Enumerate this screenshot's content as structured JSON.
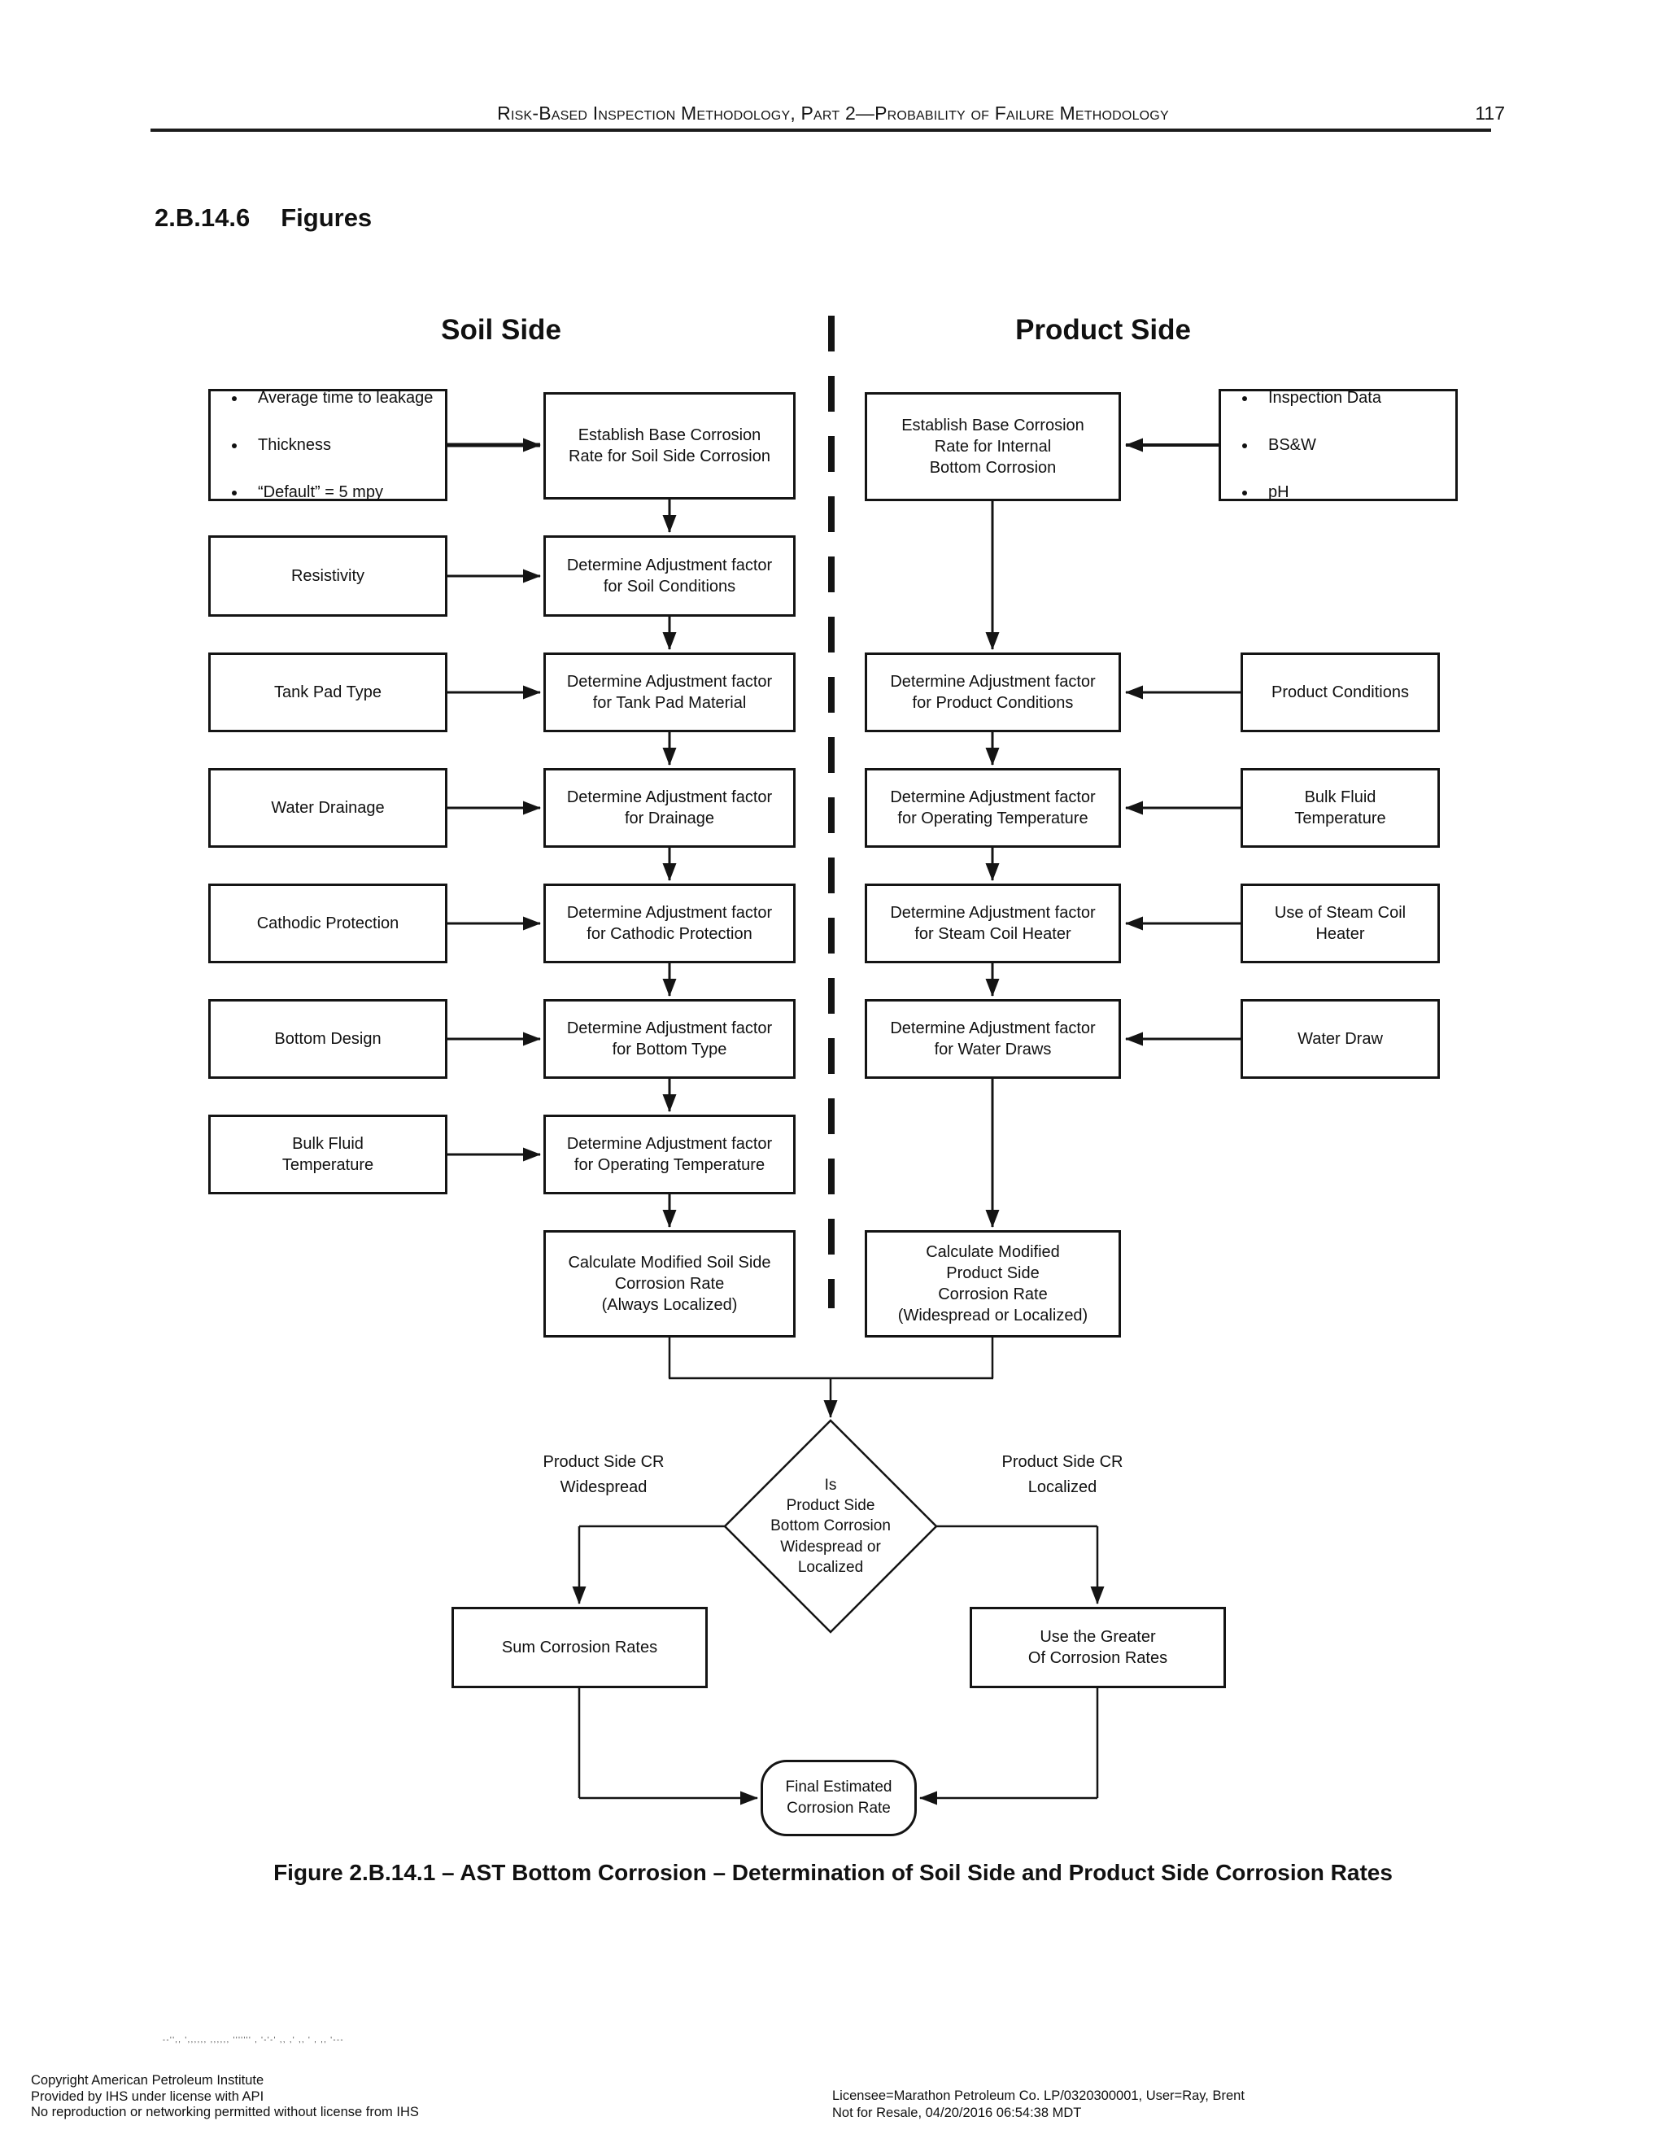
{
  "header": {
    "title": "Risk-Based Inspection Methodology, Part 2—Probability of Failure Methodology",
    "page_number": "117"
  },
  "section": {
    "number": "2.B.14.6",
    "title": "Figures"
  },
  "flowchart": {
    "soil": {
      "title": "Soil Side",
      "source_bullets": [
        "Average time to leakage",
        "Thickness",
        "“Default” = 5 mpy"
      ],
      "establish_box": "Establish Base Corrosion\nRate for Soil Side Corrosion",
      "rows": [
        {
          "input": "Resistivity",
          "process": "Determine Adjustment factor\nfor Soil Conditions"
        },
        {
          "input": "Tank Pad Type",
          "process": "Determine Adjustment factor\nfor Tank Pad Material"
        },
        {
          "input": "Water Drainage",
          "process": "Determine Adjustment factor\nfor Drainage"
        },
        {
          "input": "Cathodic Protection",
          "process": "Determine Adjustment factor\nfor Cathodic Protection"
        },
        {
          "input": "Bottom Design",
          "process": "Determine Adjustment factor\nfor Bottom Type"
        },
        {
          "input": "Bulk Fluid\nTemperature",
          "process": "Determine Adjustment factor\nfor Operating Temperature"
        }
      ],
      "calculate_box": "Calculate Modified Soil Side\nCorrosion Rate\n(Always Localized)"
    },
    "product": {
      "title": "Product Side",
      "establish_box": "Establish Base Corrosion\nRate for Internal\nBottom Corrosion",
      "source_bullets": [
        "Inspection Data",
        "BS&W",
        "pH"
      ],
      "rows": [
        {
          "process": "Determine Adjustment factor\nfor Product Conditions",
          "input": "Product Conditions"
        },
        {
          "process": "Determine Adjustment factor\nfor Operating Temperature",
          "input": "Bulk Fluid\nTemperature"
        },
        {
          "process": "Determine Adjustment factor\nfor Steam Coil Heater",
          "input": "Use of Steam Coil\nHeater"
        },
        {
          "process": "Determine Adjustment factor\nfor Water Draws",
          "input": "Water Draw"
        }
      ],
      "calculate_box": "Calculate Modified\nProduct Side\nCorrosion Rate\n(Widespread or Localized)"
    },
    "decision": {
      "question": "Is\nProduct Side\nBottom Corrosion\nWidespread or\nLocalized",
      "left_label": "Product Side CR\nWidespread",
      "right_label": "Product Side CR\nLocalized",
      "left_result": "Sum Corrosion Rates",
      "right_result": "Use the Greater\nOf Corrosion Rates",
      "terminal": "Final Estimated\nCorrosion Rate"
    }
  },
  "caption": "Figure 2.B.14.1 – AST Bottom Corrosion – Determination of Soil Side and Product Side Corrosion Rates",
  "scan_artifact": "--'',, ',,,,,, ,,,,,,  ''''''' , '-'-' ,, ,' ,, ' , ,, '---",
  "footer": {
    "left_lines": [
      "Copyright American Petroleum Institute",
      "Provided by IHS under license with API",
      "No reproduction or networking permitted without license from IHS"
    ],
    "right_lines": [
      "Licensee=Marathon Petroleum Co. LP/0320300001, User=Ray, Brent",
      "Not for Resale, 04/20/2016 06:54:38 MDT"
    ]
  }
}
